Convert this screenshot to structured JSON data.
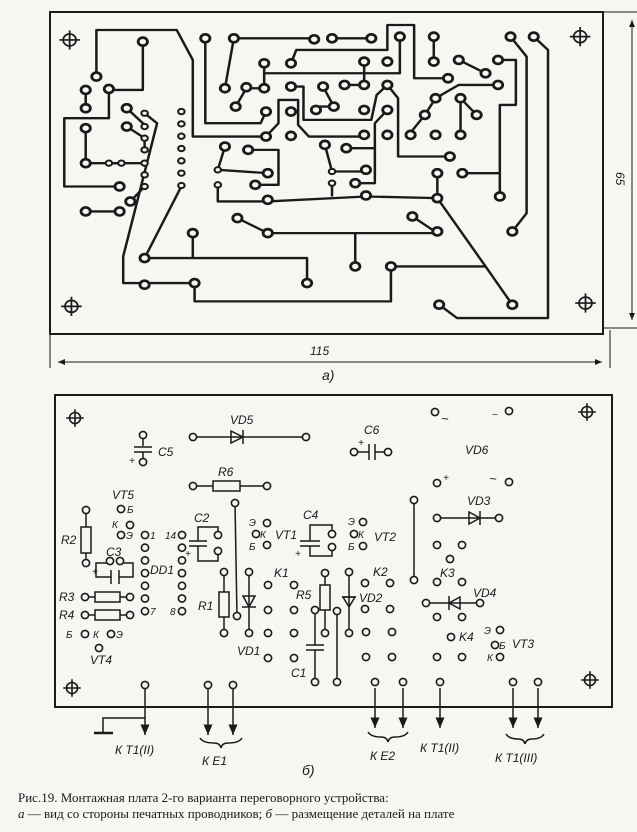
{
  "figure_a": {
    "dim_width": "115",
    "dim_height": "65",
    "sublabel": "а)"
  },
  "figure_b": {
    "sublabel": "б)",
    "components": [
      "VD5",
      "C5",
      "R6",
      "VT5",
      "R2",
      "C3",
      "DD1",
      "R3",
      "R4",
      "VT4",
      "C2",
      "R1",
      "VD1",
      "VT1",
      "C4",
      "K1",
      "R5",
      "C1",
      "VD2",
      "C6",
      "VD6",
      "VT2",
      "VD3",
      "K2",
      "K3",
      "VD4",
      "K4",
      "VT3"
    ],
    "pins": {
      "base": "Б",
      "collector": "К",
      "emitter": "Э",
      "pin1": "1",
      "pin7": "7",
      "pin14": "14",
      "pin8": "8",
      "plus": "+",
      "minus": "−",
      "ac": "~"
    },
    "outputs": {
      "to_t1_ii_left": "К Т1(II)",
      "to_e1": "К Е1",
      "to_e2": "К Е2",
      "to_t1_ii_right": "К Т1(II)",
      "to_t1_iii": "К Т1(III)"
    }
  },
  "caption": {
    "line1": "Рис.19. Монтажная плата 2-го варианта переговорного устройства:",
    "line2_a": "а",
    "line2_a_text": " — вид со стороны печатных проводников; ",
    "line2_b": "б",
    "line2_b_text": " — размещение деталей на плате"
  }
}
